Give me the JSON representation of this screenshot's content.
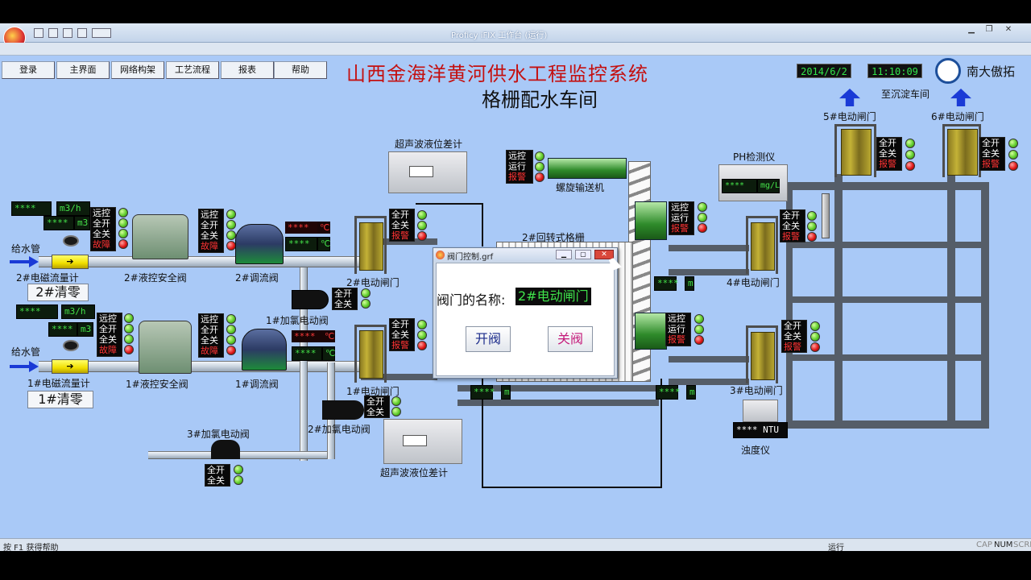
{
  "window": {
    "title": "Proficy iFIX 工作台 (运行)"
  },
  "menu": [
    "登录",
    "主界面",
    "网络构架",
    "工艺流程",
    "报表",
    "帮助"
  ],
  "header": {
    "title": "山西金海洋黄河供水工程监控系统",
    "subtitle": "格栅配水车间",
    "date": "2014/6/2",
    "time": "11:10:09",
    "brand": "南大傲拓"
  },
  "flow": {
    "line2": {
      "inlet": "给水管",
      "flow_value": "****",
      "flow_unit": "m3/h",
      "volume_value": "****",
      "volume_unit": "m3",
      "meter_label": "2#电磁流量计",
      "reset": "2#清零",
      "safety_valve": "2#液控安全阀",
      "reg_valve": "2#调流阀",
      "temp1": "****",
      "temp2": "****",
      "temp_unit": "℃"
    },
    "line1": {
      "inlet": "给水管",
      "flow_value": "****",
      "flow_unit": "m3/h",
      "volume_value": "****",
      "volume_unit": "m3",
      "meter_label": "1#电磁流量计",
      "reset": "1#清零",
      "safety_valve": "1#液控安全阀",
      "reg_valve": "1#调流阀",
      "temp1": "****",
      "temp2": "****",
      "temp_unit": "℃"
    }
  },
  "status4": [
    "远控",
    "全开",
    "全关",
    "故障"
  ],
  "status3g": [
    "全开",
    "全关",
    "报警"
  ],
  "status3c": [
    "远控",
    "运行",
    "报警"
  ],
  "status2": [
    "全开",
    "全关"
  ],
  "labels": {
    "chlor1": "1#加氯电动阀",
    "chlor2": "2#加氯电动阀",
    "chlor3": "3#加氯电动阀",
    "gate1": "1#电动闸门",
    "gate2": "2#电动闸门",
    "gate3": "3#电动闸门",
    "gate4": "4#电动闸门",
    "gate5": "5#电动闸门",
    "gate6": "6#电动闸门",
    "ultra_top": "超声波液位差计",
    "ultra_bottom": "超声波液位差计",
    "screw": "螺旋输送机",
    "grille": "2#回转式格栅",
    "ph": "PH检测仪",
    "ph_value": "****",
    "ph_unit": "mg/L",
    "turb": "浊度仪",
    "turb_value": "**** NTU",
    "to_tank": "至沉淀车间",
    "level_a": "****",
    "level_a_unit": "m",
    "level_b": "****",
    "level_b_unit": "m",
    "level_c": "****",
    "level_c_unit": "m"
  },
  "dialog": {
    "title": "阀门控制.grf",
    "label": "阀门的名称:",
    "value": "2#电动闸门",
    "open": "开阀",
    "close": "关阀"
  },
  "statusbar": {
    "help": "按 F1 获得帮助",
    "state": "运行",
    "cap": "CAP",
    "num": "NUM",
    "scrl": "SCRL"
  },
  "colors": {
    "background": "#a9c9f7",
    "title_red": "#c41010",
    "lamp_green": "#5fcc2c",
    "lamp_red": "#e01818",
    "lcd_green": "#45e34a"
  }
}
